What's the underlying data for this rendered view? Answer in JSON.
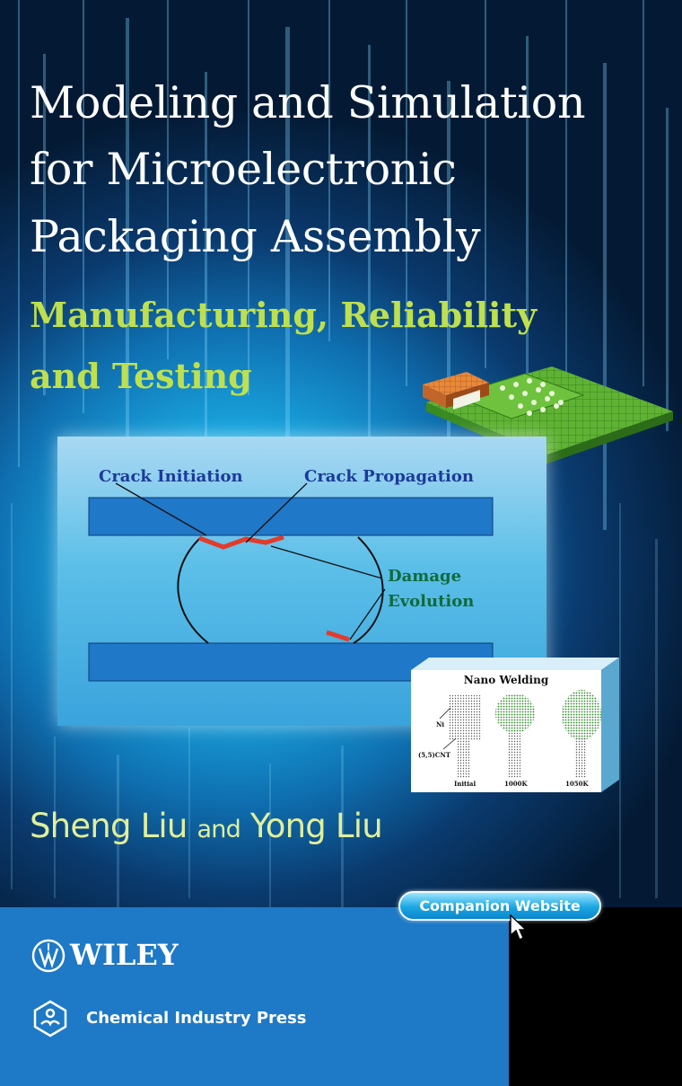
{
  "cover": {
    "title": "Modeling and Simulation\nfor Microelectronic\nPackaging Assembly",
    "subtitle": "Manufacturing, Reliability\nand Testing",
    "authors": {
      "first": "Sheng Liu",
      "conjunction": "and",
      "second": "Yong Liu"
    },
    "colors": {
      "title": "#ffffff",
      "subtitle": "#bfe04e",
      "authors": "#e1ef9a",
      "publisher_band": "#1e79c6"
    }
  },
  "figure": {
    "labels": {
      "crack_initiation": "Crack Initiation",
      "crack_propagation": "Crack Propagation",
      "damage": "Damage",
      "evolution": "Evolution"
    }
  },
  "inset": {
    "title": "Nano Welding",
    "ni": "Ni",
    "cnt": "(5,5)CNT",
    "initial": "Initial",
    "t1000": "1000K",
    "t1050": "1050K"
  },
  "companion_button": {
    "label": "Companion Website",
    "cursor_icon": "pointer-cursor-icon"
  },
  "publishers": {
    "wiley": "WILEY",
    "chemical": "Chemical Industry Press"
  }
}
